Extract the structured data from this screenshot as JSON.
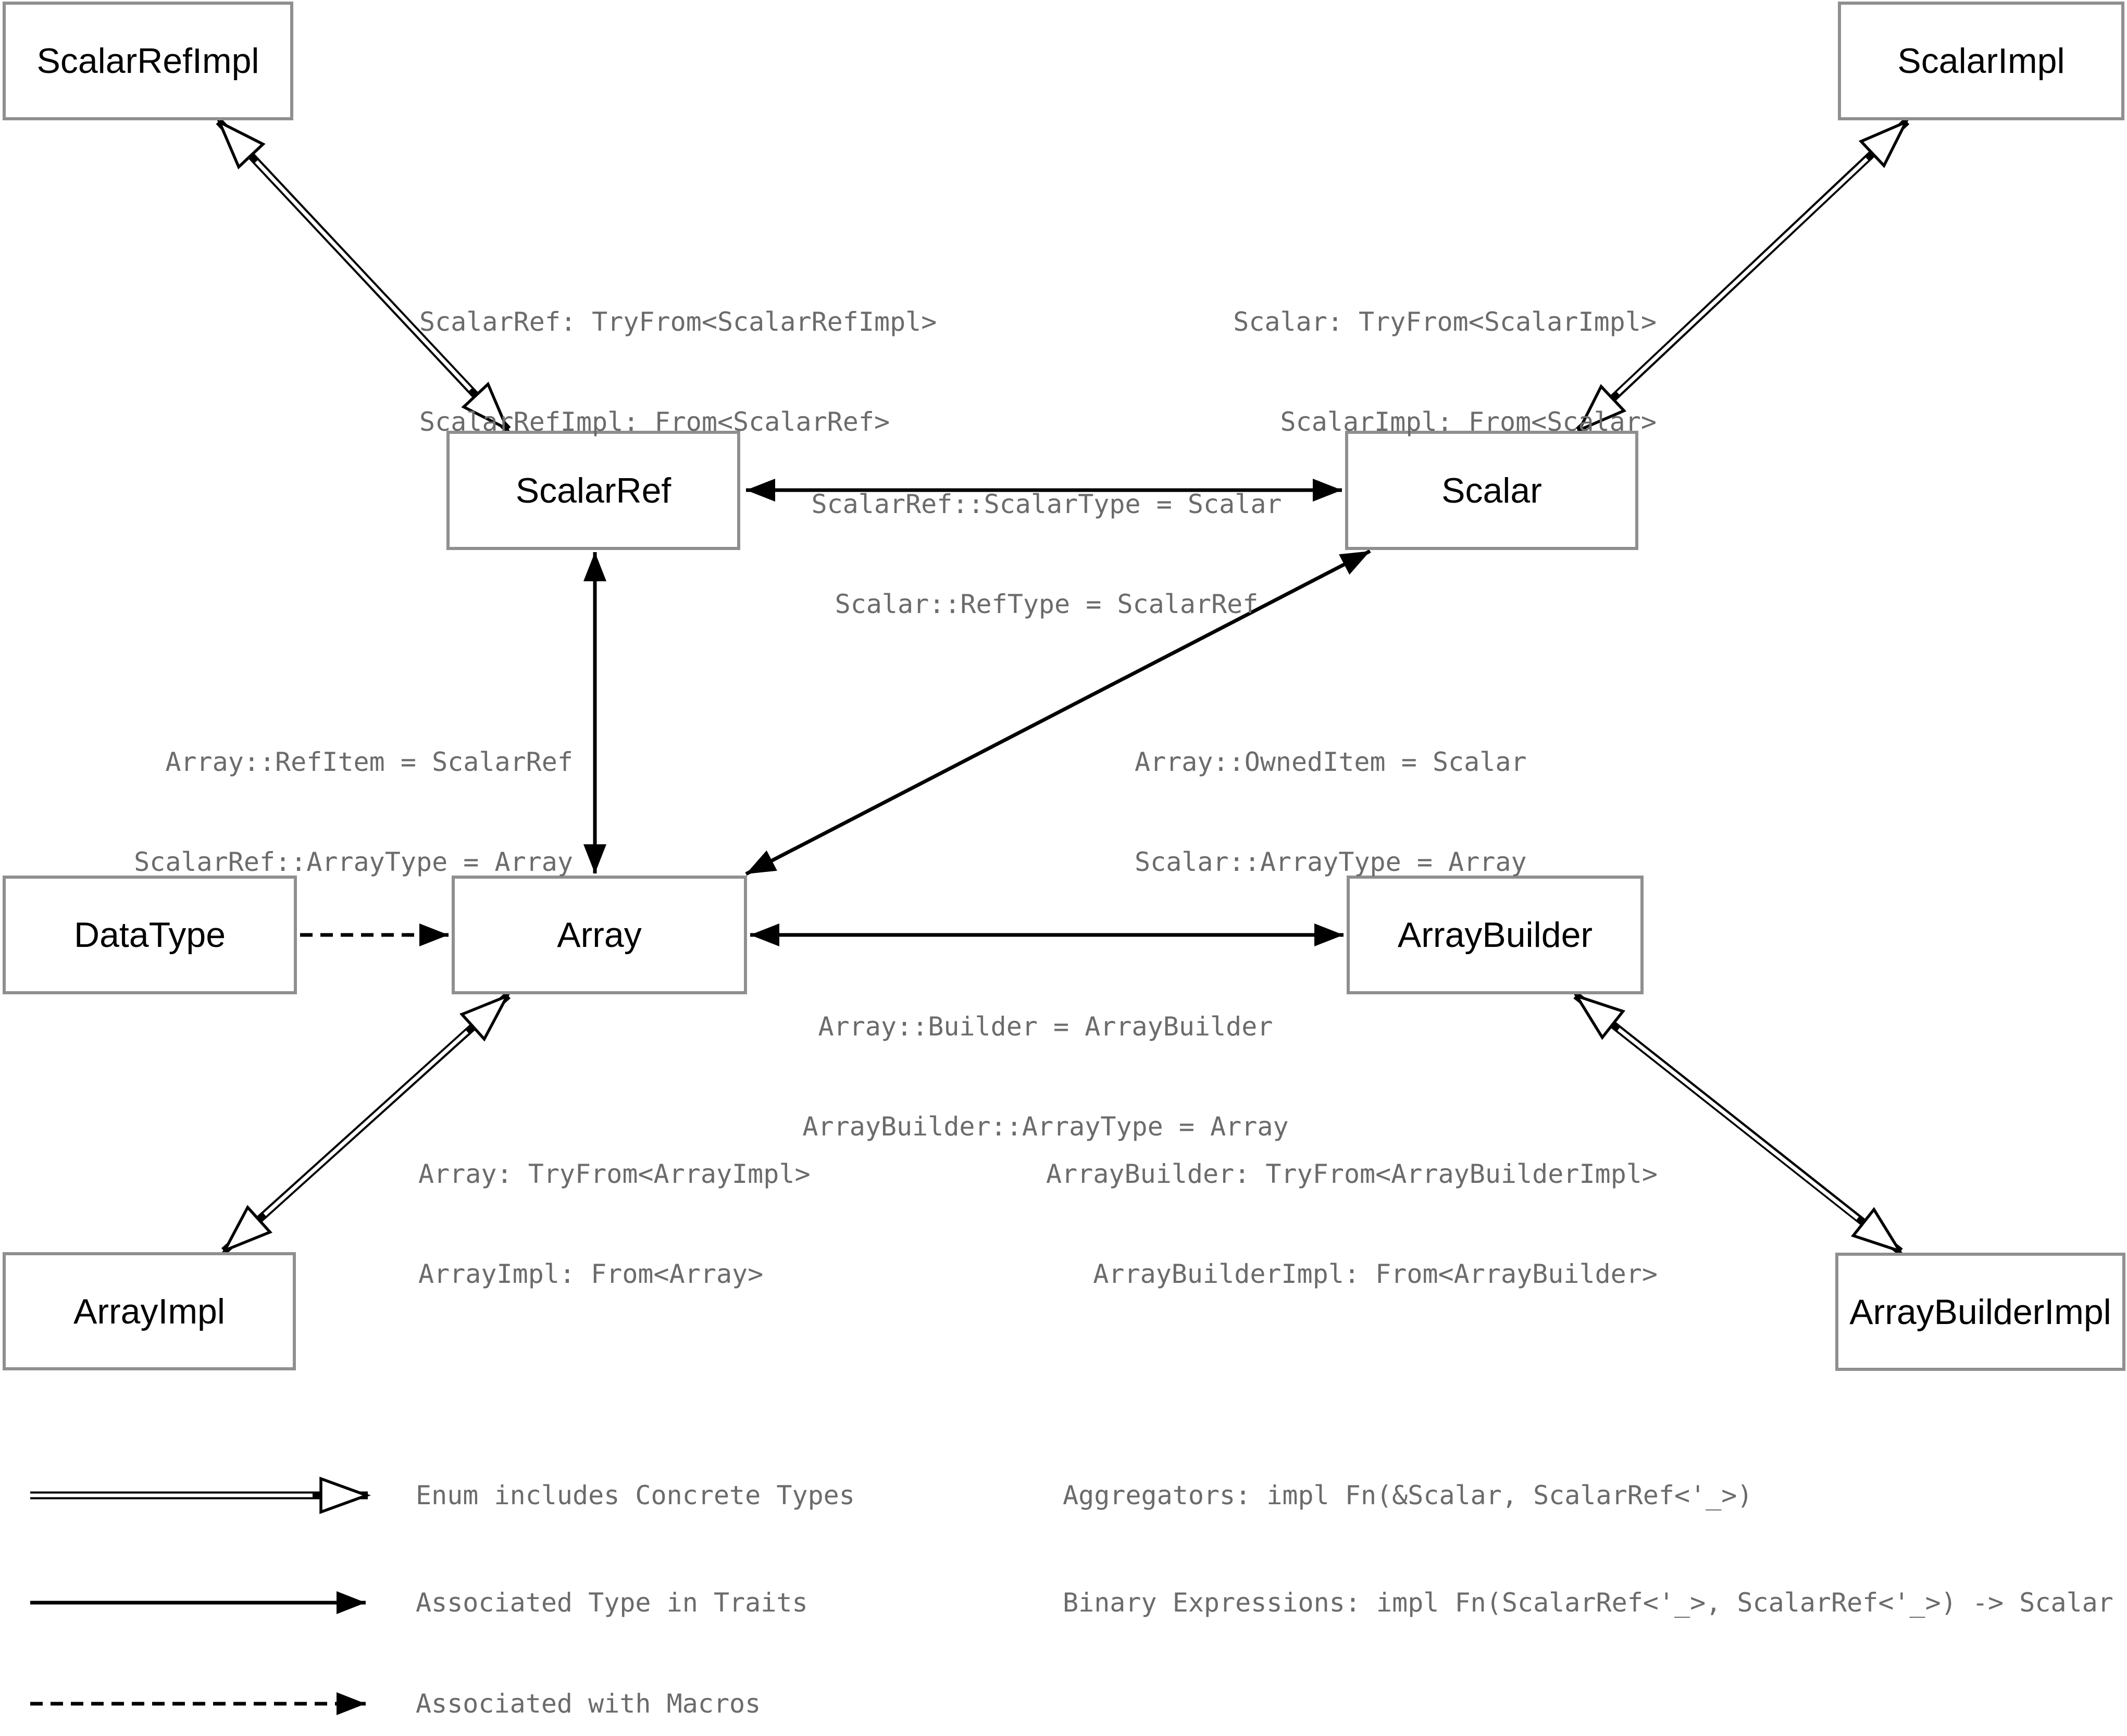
{
  "diagram": {
    "nodes": {
      "scalarRefImpl": "ScalarRefImpl",
      "scalarImpl": "ScalarImpl",
      "scalarRef": "ScalarRef",
      "scalar": "Scalar",
      "dataType": "DataType",
      "array": "Array",
      "arrayBuilder": "ArrayBuilder",
      "arrayImpl": "ArrayImpl",
      "arrayBuilderImpl": "ArrayBuilderImpl"
    },
    "edge_labels": {
      "scalarref_scalarrefimpl": {
        "l1": "ScalarRef: TryFrom<ScalarRefImpl>",
        "l2": "ScalarRefImpl: From<ScalarRef>"
      },
      "scalar_scalarimpl": {
        "l1": "Scalar: TryFrom<ScalarImpl>",
        "l2": "ScalarImpl: From<Scalar>"
      },
      "scalarref_scalar": {
        "l1": "ScalarRef::ScalarType = Scalar",
        "l2": "Scalar::RefType = ScalarRef"
      },
      "array_scalarref": {
        "l1": "Array::RefItem = ScalarRef",
        "l2": "ScalarRef::ArrayType = Array"
      },
      "array_scalar": {
        "l1": "Array::OwnedItem = Scalar",
        "l2": "Scalar::ArrayType = Array"
      },
      "array_arraybuilder": {
        "l1": "Array::Builder = ArrayBuilder",
        "l2": "ArrayBuilder::ArrayType = Array"
      },
      "array_arrayimpl": {
        "l1": "Array: TryFrom<ArrayImpl>",
        "l2": "ArrayImpl: From<Array>"
      },
      "arraybuilder_arraybuilderimpl": {
        "l1": "ArrayBuilder: TryFrom<ArrayBuilderImpl>",
        "l2": "ArrayBuilderImpl: From<ArrayBuilder>"
      }
    },
    "legend": {
      "enum_arrow_label": "Enum includes Concrete Types",
      "assoc_type_arrow_label": "Associated Type in Traits",
      "macro_arrow_label": "Associated with Macros",
      "aggregators": "Aggregators: impl Fn(&Scalar, ScalarRef<'_>)",
      "binary_expressions": "Binary Expressions: impl Fn(ScalarRef<'_>, ScalarRef<'_>) -> Scalar"
    },
    "colors": {
      "background": "#ffffff",
      "box_border": "#8f8f8f",
      "box_text": "#000000",
      "annotation_gray": "#6b6b6b",
      "arrow_black": "#000000"
    }
  }
}
